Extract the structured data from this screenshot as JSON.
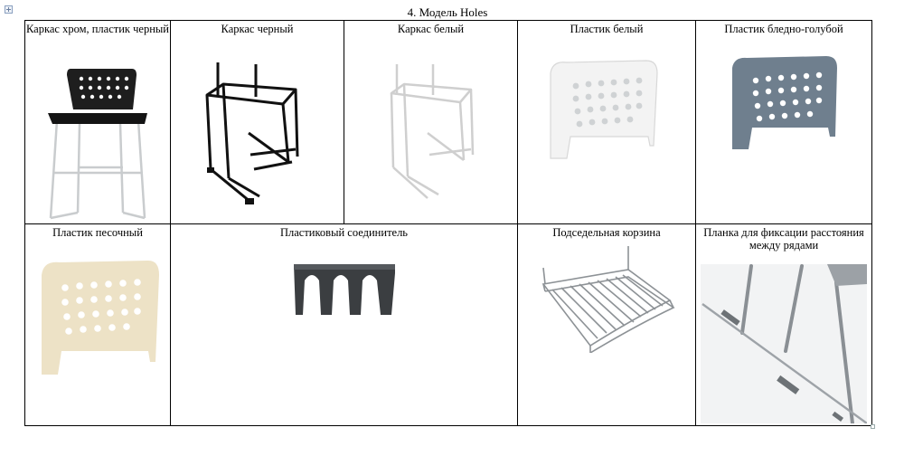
{
  "document": {
    "title": "4. Модель Holes"
  },
  "cells": {
    "chrome_frame": "Каркас хром, пластик черный",
    "black_frame": "Каркас черный",
    "white_frame": "Каркас белый",
    "white_plastic": "Пластик белый",
    "light_blue_plastic": "Пластик бледно-голубой",
    "sand_plastic": "Пластик песочный",
    "plastic_connector": "Пластиковый соединитель",
    "under_seat_basket": "Подседельная корзина",
    "row_spacing_bar": "Планка для фиксации расстояния между рядами"
  },
  "colors": {
    "black_plastic": "#1e1e1e",
    "white_plastic": "#f4f4f4",
    "light_blue_plastic": "#6f7f8e",
    "sand_plastic": "#ede2c6",
    "connector": "#3b3e41",
    "chrome": "#c9ccce"
  }
}
